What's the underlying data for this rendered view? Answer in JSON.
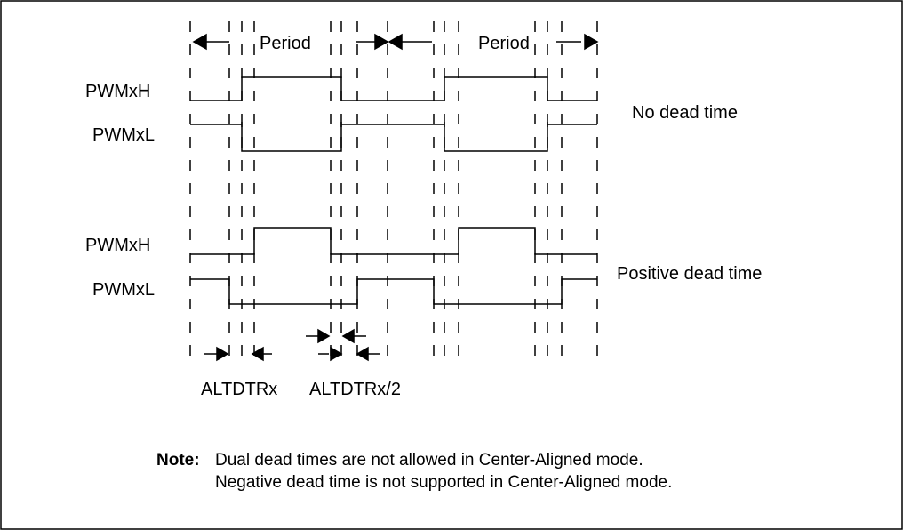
{
  "diagram": {
    "period_labels": [
      "Period",
      "Period"
    ],
    "signals_no_dead": {
      "high": "PWMxH",
      "low": "PWMxL",
      "caption": "No dead time"
    },
    "signals_positive_dead": {
      "high": "PWMxH",
      "low": "PWMxL",
      "caption": "Positive dead time"
    },
    "dead_time_labels": {
      "full": "ALTDTRx",
      "half": "ALTDTRx/2"
    }
  },
  "note": {
    "label": "Note:",
    "lines": [
      "Dual dead times are not allowed in Center-Aligned mode.",
      "Negative dead time is not supported in Center-Aligned mode."
    ]
  },
  "colors": {
    "line": "#000000",
    "background": "#ffffff"
  }
}
